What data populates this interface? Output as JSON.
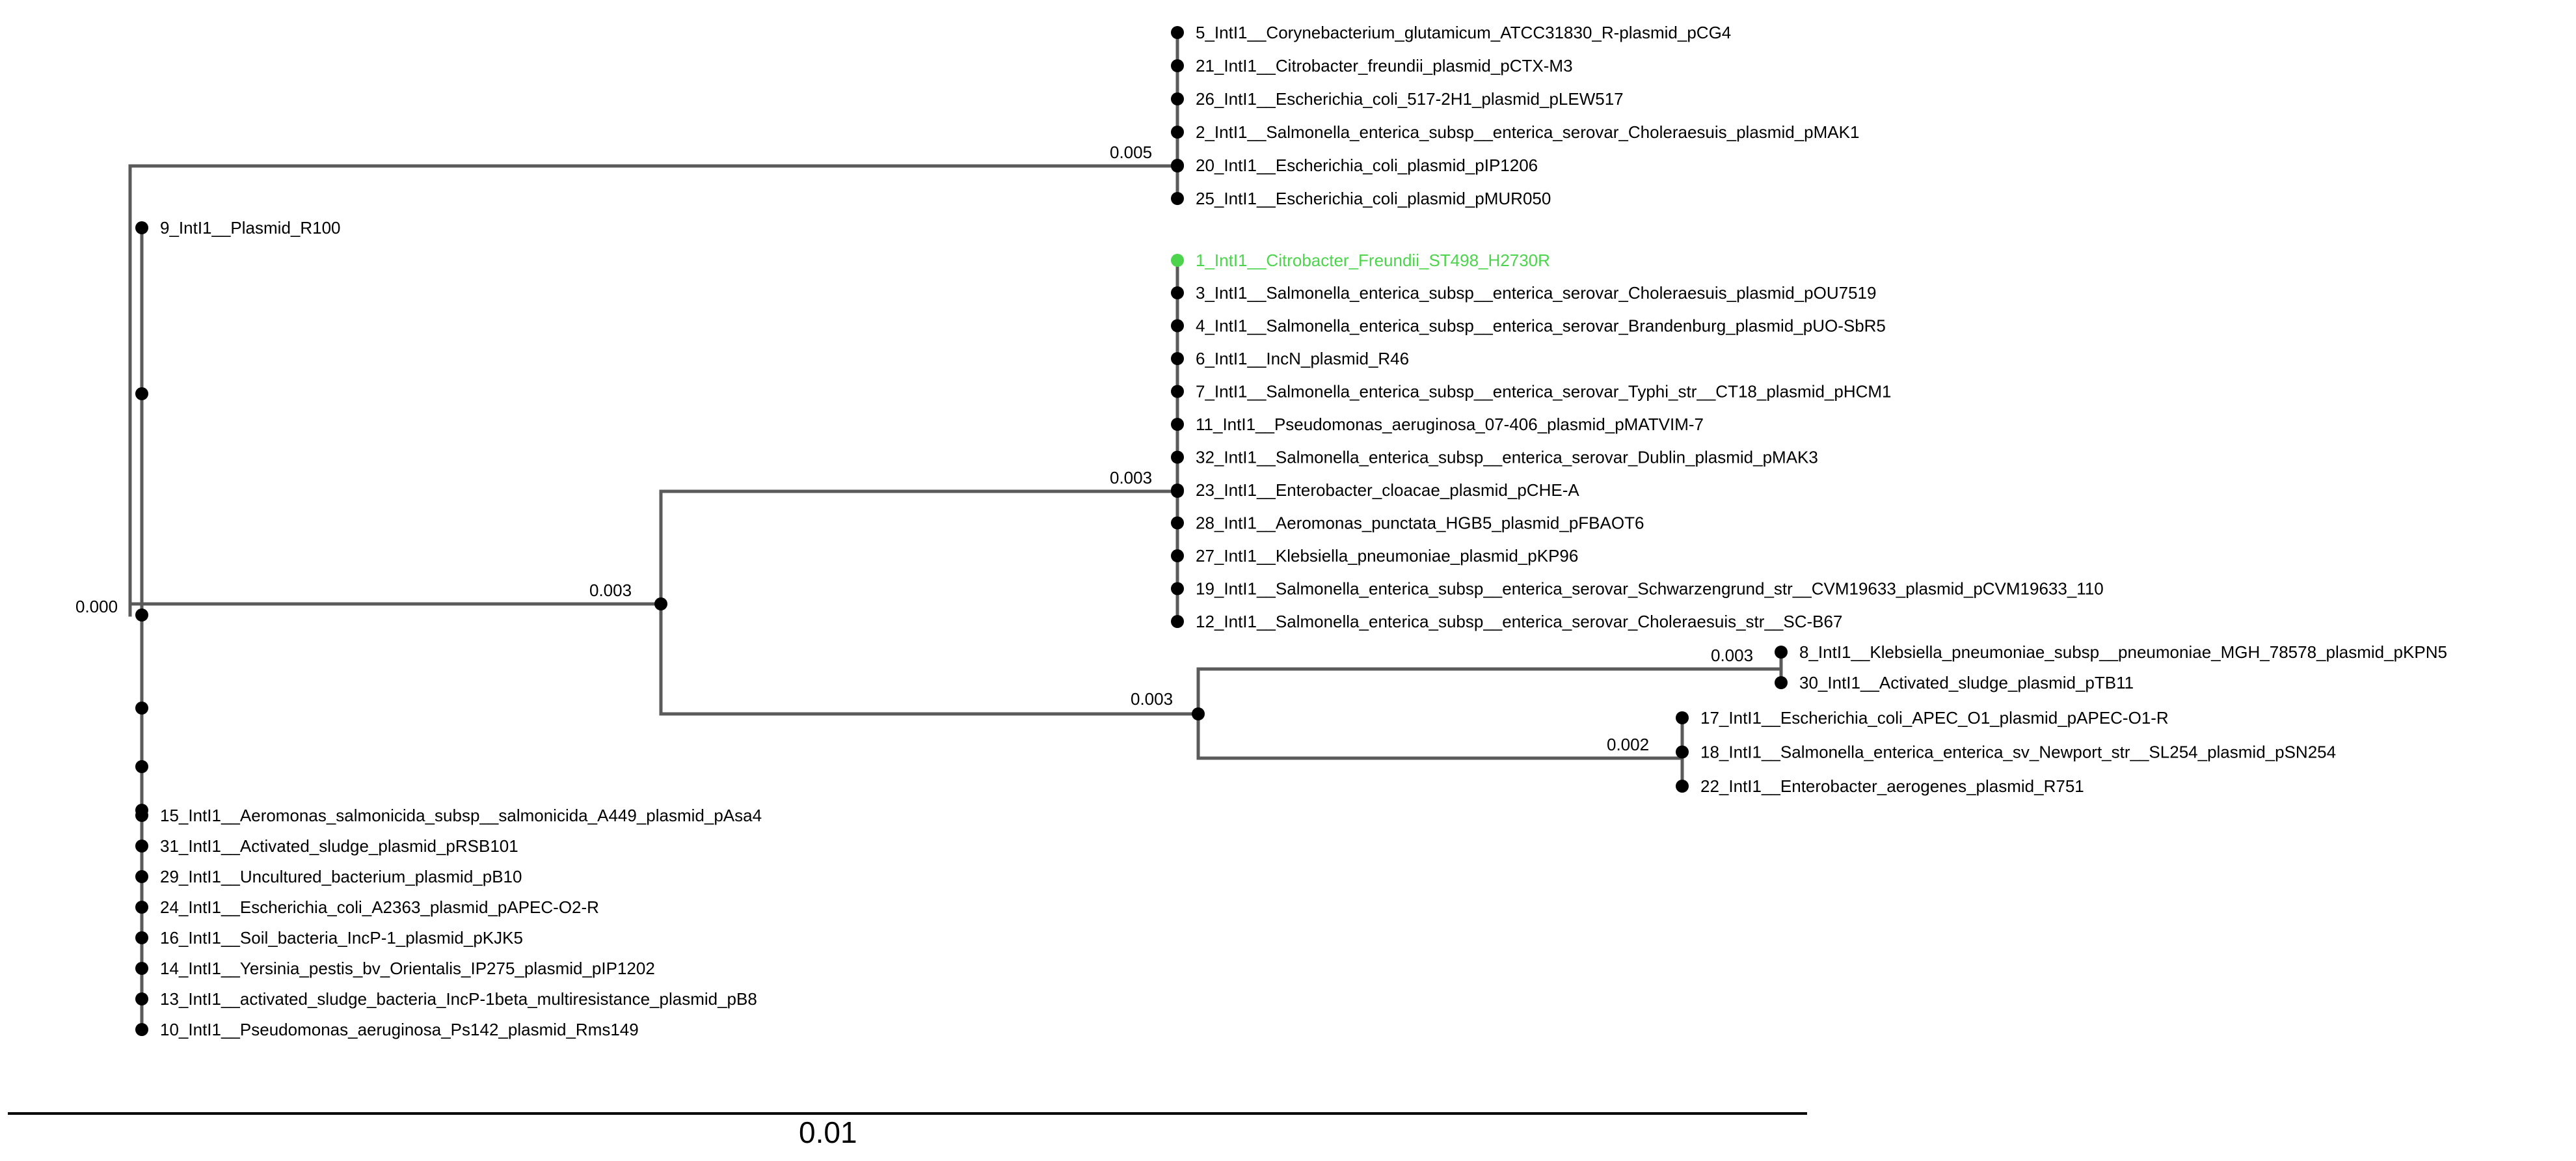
{
  "tree": {
    "highlight_color": "#4cd44c",
    "branch_color": "#5a5a5a",
    "scale_bar": {
      "label": "0.01"
    },
    "branch_lengths": {
      "root": "0.000",
      "clade_a": "0.005",
      "clade_b": "0.003",
      "clade_b1": "0.003",
      "clade_b2": "0.003",
      "clade_b2a": "0.003",
      "clade_b2b": "0.002"
    },
    "clade_a_leaves": [
      "5_IntI1__Corynebacterium_glutamicum_ATCC31830_R-plasmid_pCG4",
      "21_IntI1__Citrobacter_freundii_plasmid_pCTX-M3",
      "26_IntI1__Escherichia_coli_517-2H1_plasmid_pLEW517",
      "2_IntI1__Salmonella_enterica_subsp__enterica_serovar_Choleraesuis_plasmid_pMAK1",
      "20_IntI1__Escherichia_coli_plasmid_pIP1206",
      "25_IntI1__Escherichia_coli_plasmid_pMUR050"
    ],
    "leaf_9": "9_IntI1__Plasmid_R100",
    "leaf_highlight": "1_IntI1__Citrobacter_Freundii_ST498_H2730R",
    "clade_b1_leaves": [
      "3_IntI1__Salmonella_enterica_subsp__enterica_serovar_Choleraesuis_plasmid_pOU7519",
      "4_IntI1__Salmonella_enterica_subsp__enterica_serovar_Brandenburg_plasmid_pUO-SbR5",
      "6_IntI1__IncN_plasmid_R46",
      "7_IntI1__Salmonella_enterica_subsp__enterica_serovar_Typhi_str__CT18_plasmid_pHCM1",
      "11_IntI1__Pseudomonas_aeruginosa_07-406_plasmid_pMATVIM-7",
      "32_IntI1__Salmonella_enterica_subsp__enterica_serovar_Dublin_plasmid_pMAK3",
      "23_IntI1__Enterobacter_cloacae_plasmid_pCHE-A",
      "28_IntI1__Aeromonas_punctata_HGB5_plasmid_pFBAOT6",
      "27_IntI1__Klebsiella_pneumoniae_plasmid_pKP96",
      "19_IntI1__Salmonella_enterica_subsp__enterica_serovar_Schwarzengrund_str__CVM19633_plasmid_pCVM19633_110",
      "12_IntI1__Salmonella_enterica_subsp__enterica_serovar_Choleraesuis_str__SC-B67"
    ],
    "clade_b2a_leaves": [
      "8_IntI1__Klebsiella_pneumoniae_subsp__pneumoniae_MGH_78578_plasmid_pKPN5",
      "30_IntI1__Activated_sludge_plasmid_pTB11"
    ],
    "clade_b2b_leaves": [
      "17_IntI1__Escherichia_coli_APEC_O1_plasmid_pAPEC-O1-R",
      "18_IntI1__Salmonella_enterica_enterica_sv_Newport_str__SL254_plasmid_pSN254",
      "22_IntI1__Enterobacter_aerogenes_plasmid_R751"
    ],
    "bottom_leaves": [
      "15_IntI1__Aeromonas_salmonicida_subsp__salmonicida_A449_plasmid_pAsa4",
      "31_IntI1__Activated_sludge_plasmid_pRSB101",
      "29_IntI1__Uncultured_bacterium_plasmid_pB10",
      "24_IntI1__Escherichia_coli_A2363_plasmid_pAPEC-O2-R",
      "16_IntI1__Soil_bacteria_IncP-1_plasmid_pKJK5",
      "14_IntI1__Yersinia_pestis_bv_Orientalis_IP275_plasmid_pIP1202",
      "13_IntI1__activated_sludge_bacteria_IncP-1beta_multiresistance_plasmid_pB8",
      "10_IntI1__Pseudomonas_aeruginosa_Ps142_plasmid_Rms149"
    ]
  }
}
